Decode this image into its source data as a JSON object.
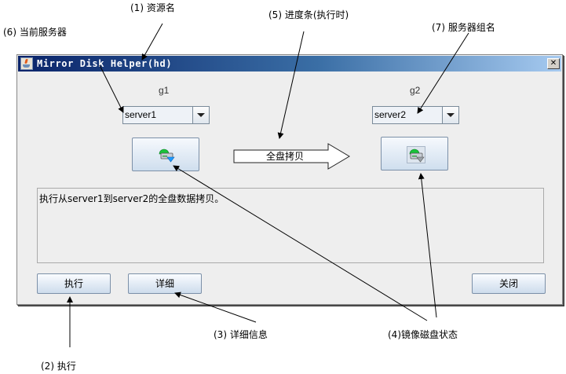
{
  "callouts": {
    "c1": "(1) 资源名",
    "c2": "(2) 执行",
    "c3": "(3) 详细信息",
    "c4": "(4)镜像磁盘状态",
    "c5": "(5) 进度条(执行时)",
    "c6": "(6) 当前服务器",
    "c7": "(7) 服务器组名"
  },
  "window": {
    "title": "Mirror Disk Helper(hd)",
    "close_label": "✕"
  },
  "left_group": {
    "name": "g1",
    "server": "server1",
    "disk_icon": "mirror-disk-send-icon"
  },
  "right_group": {
    "name": "g2",
    "server": "server2",
    "disk_icon": "mirror-disk-receive-icon"
  },
  "progress": {
    "label": "全盘拷贝"
  },
  "message": "执行从server1到server2的全盘数据拷贝。",
  "buttons": {
    "execute": "执行",
    "details": "详细",
    "close": "关闭"
  }
}
